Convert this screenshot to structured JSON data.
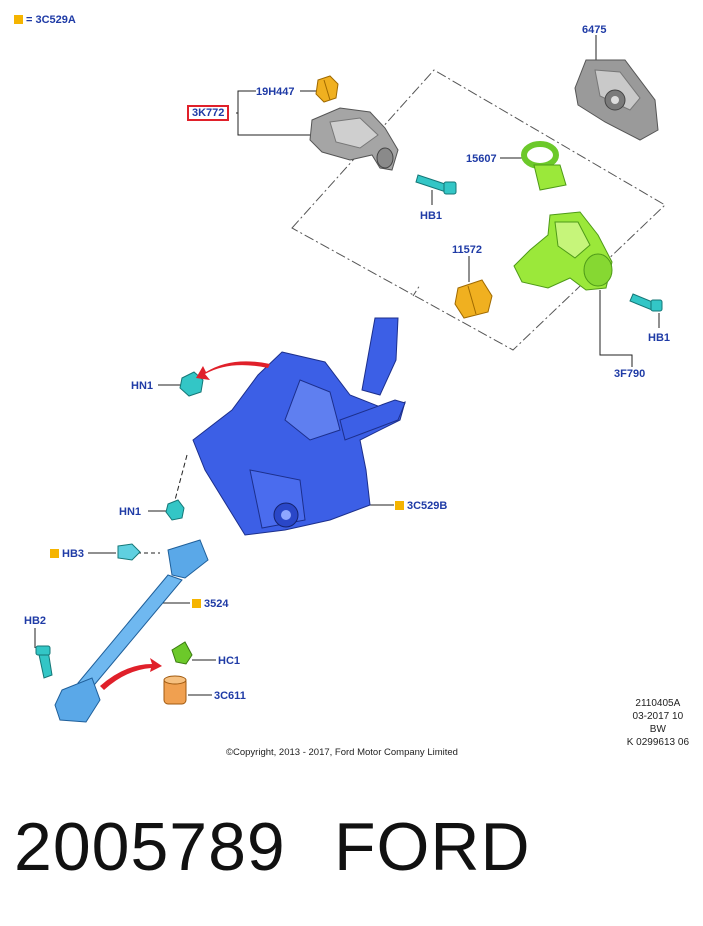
{
  "legend": {
    "marker_color": "#f5b400",
    "text": "= 3C529A"
  },
  "labels": {
    "p6475": "6475",
    "p19H447": "19H447",
    "p3K772": "3K772",
    "p15607": "15607",
    "pHB1a": "HB1",
    "p11572": "11572",
    "pHB1b": "HB1",
    "p3F790": "3F790",
    "pHN1a": "HN1",
    "pHN1b": "HN1",
    "p3C529B": "3C529B",
    "pHB3": "HB3",
    "p3524": "3524",
    "pHB2": "HB2",
    "pHC1": "HC1",
    "p3C611": "3C611"
  },
  "copyright": "©Copyright, 2013 - 2017, Ford Motor Company Limited",
  "reference": {
    "line1": "2110405A",
    "line2": "03-2017 10",
    "line3": "BW",
    "line4": "K 0299613 06"
  },
  "caption": {
    "part_number": "2005789",
    "brand": "FORD"
  },
  "colors": {
    "label_blue": "#1f3ba6",
    "column_blue": "#3c5fe6",
    "shaft_blue": "#5aa8e8",
    "lock_green": "#9be83a",
    "housing_grey": "#9a9a9a",
    "arrow_red": "#e0202a",
    "bolt_cyan": "#33c6c6",
    "nut_orange": "#f0b020"
  }
}
